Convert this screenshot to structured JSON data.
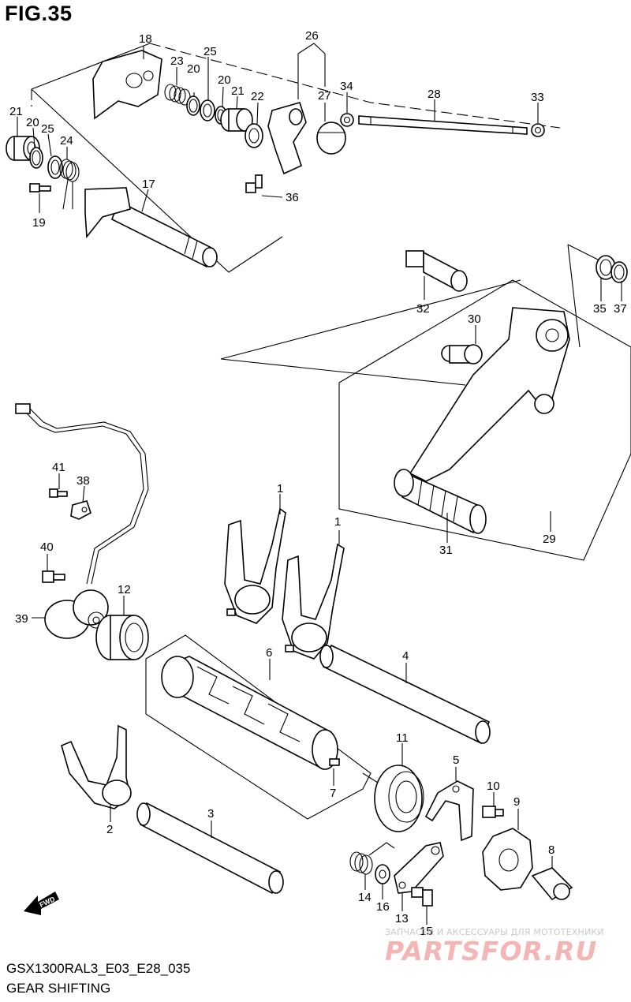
{
  "figure": {
    "title": "FIG.35",
    "code": "GSX1300RAL3_E03_E28_035",
    "caption": "GEAR SHIFTING"
  },
  "direction_label": "FWD",
  "watermark": {
    "tagline": "ЗАПЧАСТИ И АКСЕССУАРЫ ДЛЯ МОТОТЕХНИКИ",
    "logo": "PARTSFOR.RU"
  },
  "callouts": {
    "c1a": "1",
    "c1b": "1",
    "c2": "2",
    "c3": "3",
    "c4": "4",
    "c5": "5",
    "c6": "6",
    "c7": "7",
    "c8": "8",
    "c9": "9",
    "c10": "10",
    "c11": "11",
    "c12": "12",
    "c13": "13",
    "c14": "14",
    "c15": "15",
    "c16": "16",
    "c17": "17",
    "c18": "18",
    "c19": "19",
    "c20a": "20",
    "c20b": "20",
    "c20c": "20",
    "c21a": "21",
    "c21b": "21",
    "c22": "22",
    "c23": "23",
    "c24": "24",
    "c25a": "25",
    "c25b": "25",
    "c26": "26",
    "c27": "27",
    "c28": "28",
    "c29": "29",
    "c30": "30",
    "c31": "31",
    "c32": "32",
    "c33": "33",
    "c34": "34",
    "c35": "35",
    "c36": "36",
    "c37": "37",
    "c38": "38",
    "c39": "39",
    "c40": "40",
    "c41": "41"
  }
}
